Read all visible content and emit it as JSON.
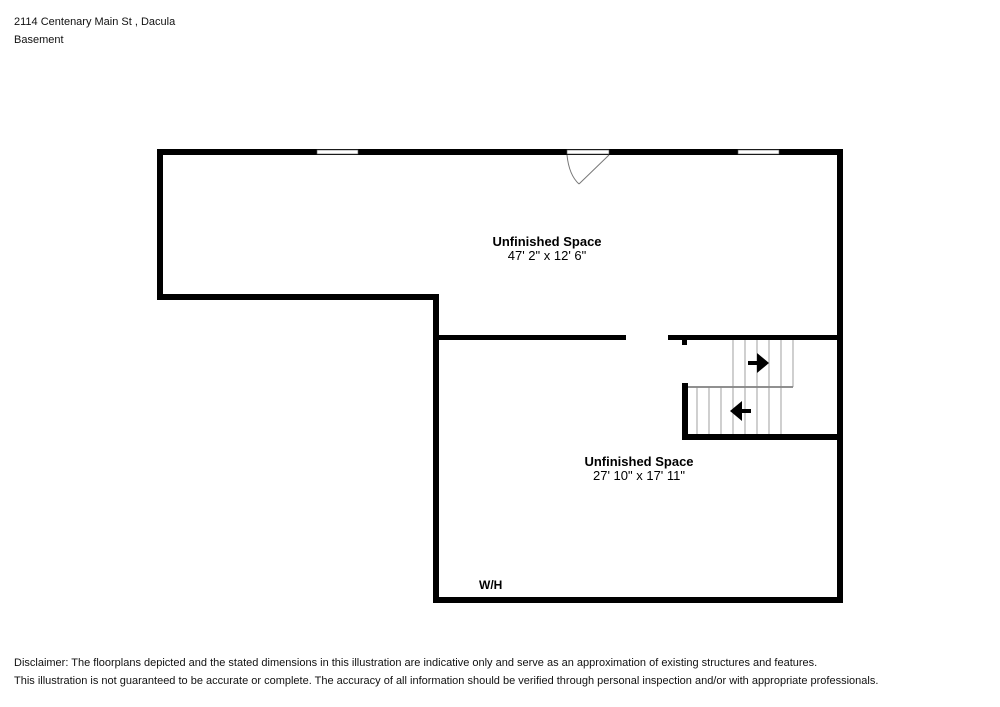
{
  "header": {
    "address": "2114 Centenary Main St , Dacula",
    "floor": "Basement"
  },
  "rooms": [
    {
      "name": "Unfinished Space",
      "dimensions": "47' 2\" x 12' 6\""
    },
    {
      "name": "Unfinished Space",
      "dimensions": "27' 10\" x 17' 11\""
    }
  ],
  "labels": {
    "water_heater": "W/H"
  },
  "disclaimer": {
    "line1": "Disclaimer: The floorplans depicted and the stated dimensions in this illustration are indicative only and serve as an approximation of existing structures and features.",
    "line2": "This illustration is not guaranteed to be accurate or complete. The accuracy of all information should be verified through personal inspection and/or with appropriate professionals."
  },
  "colors": {
    "wall": "#000000",
    "stair_line": "#888888",
    "door_swing": "#777777",
    "background": "#ffffff"
  }
}
